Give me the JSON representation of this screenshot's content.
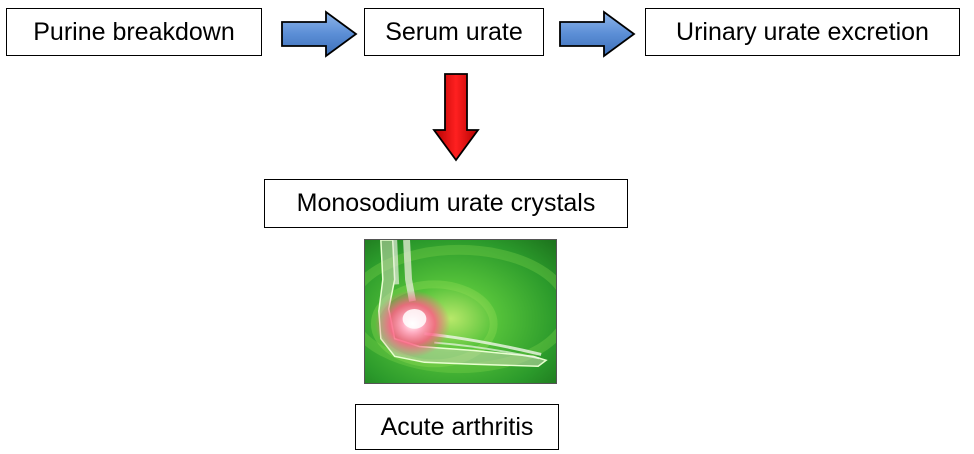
{
  "nodes": {
    "purine": "Purine breakdown",
    "serum": "Serum urate",
    "urinary": "Urinary urate excretion",
    "crystals": "Monosodium urate crystals",
    "arthritis": "Acute arthritis"
  },
  "colors": {
    "horizontal_arrow_fill": "#5b8ed6",
    "vertical_arrow_fill": "#e81818",
    "image_background": "#2e9e2e",
    "image_glow": "#ff6f8f"
  },
  "icons": {
    "image": "inflamed-foot-illustration"
  }
}
